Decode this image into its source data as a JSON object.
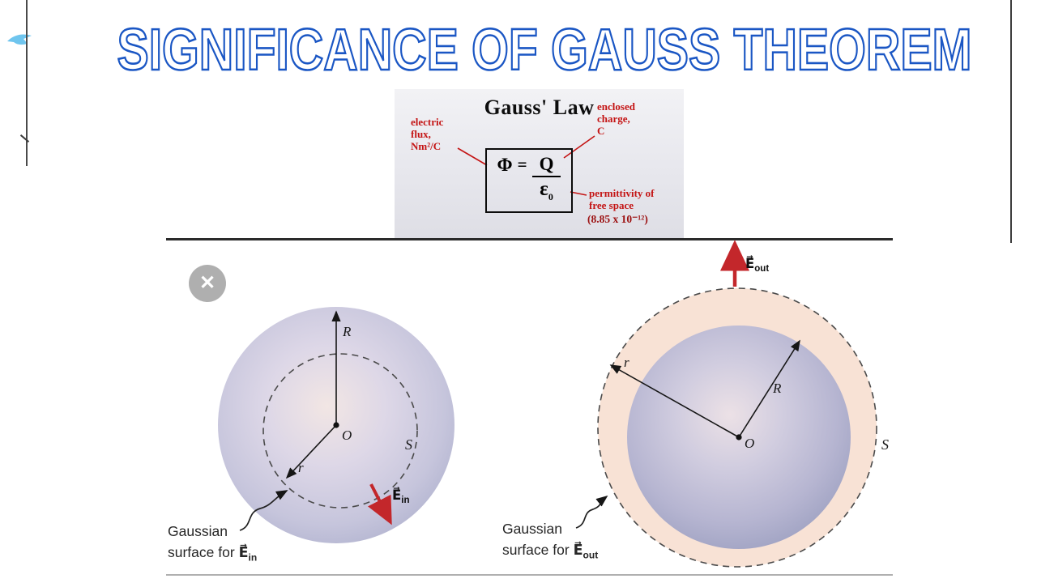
{
  "page": {
    "title": "SIGNIFICANCE OF GAUSS THEOREM"
  },
  "icons": {
    "close": "✕",
    "cursor": "cursor-arrow-icon"
  },
  "colors": {
    "title_blue": "#1a56c4",
    "label_red": "#c41414",
    "arrow_red": "#c3272b",
    "sphere_lavender": "#c6c5dc",
    "ring_peach": "#f8e2d5"
  },
  "gauss_panel": {
    "title": "Gauss' Law",
    "electric_flux": [
      "electric",
      "flux,",
      "Nm²/C"
    ],
    "enclosed_charge": [
      "enclosed",
      "charge,",
      "C"
    ],
    "permittivity": [
      "permittivity of",
      "free space"
    ],
    "permittivity_value": "(8.85 x 10⁻¹²)",
    "formula": {
      "phi": "Φ",
      "equals": "=",
      "numerator": "Q",
      "epsilon": "ε",
      "epsilon_sub": "0"
    }
  },
  "left_diagram": {
    "outer_radius_label": "R",
    "inner_radius_label": "r",
    "center_label": "O",
    "surface_label": "S",
    "field_vector": "E⃗",
    "field_sub": "in",
    "caption_line1": "Gaussian",
    "caption_line2": "surface for",
    "caption_vector": "E⃗",
    "caption_sub": "in"
  },
  "right_diagram": {
    "outer_radius_label": "r",
    "inner_radius_label": "R",
    "center_label": "O",
    "surface_label": "S",
    "field_vector": "E⃗",
    "field_sub": "out",
    "caption_line1": "Gaussian",
    "caption_line2": "surface for",
    "caption_vector": "E⃗",
    "caption_sub": "out"
  }
}
